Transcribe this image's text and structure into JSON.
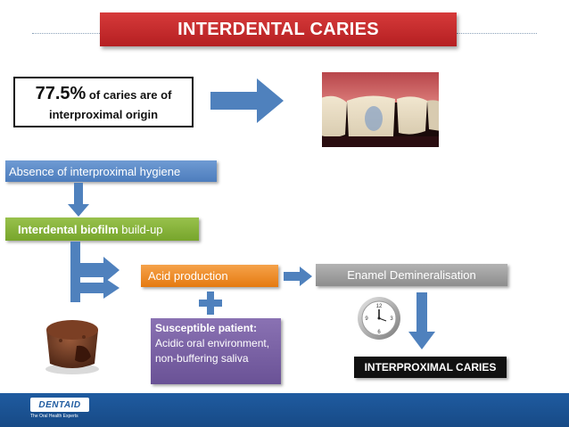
{
  "title": "INTERDENTAL CARIES",
  "stat": {
    "value": "77.5%",
    "text_a": "of caries are of",
    "text_b": "interproximal origin"
  },
  "flow": {
    "absence": "Absence of interproximal hygiene",
    "biofilm_bold": "Interdental biofilm",
    "biofilm_rest": " build-up",
    "acid": "Acid production",
    "enamel": "Enamel Demineralisation",
    "susceptible_title": "Susceptible patient:",
    "susceptible_body": "Acidic oral environment, non-buffering saliva",
    "result": "INTERPROXIMAL CARIES"
  },
  "logo": {
    "name": "DENTAID",
    "tagline": "The Oral Health Experts"
  },
  "colors": {
    "title_red": "#c62a2c",
    "arrow_blue": "#4f81bd",
    "footer_blue": "#1f5ba0",
    "biofilm_green": "#86b13a",
    "acid_orange": "#ee8b2a",
    "patient_purple": "#7a62a6"
  }
}
